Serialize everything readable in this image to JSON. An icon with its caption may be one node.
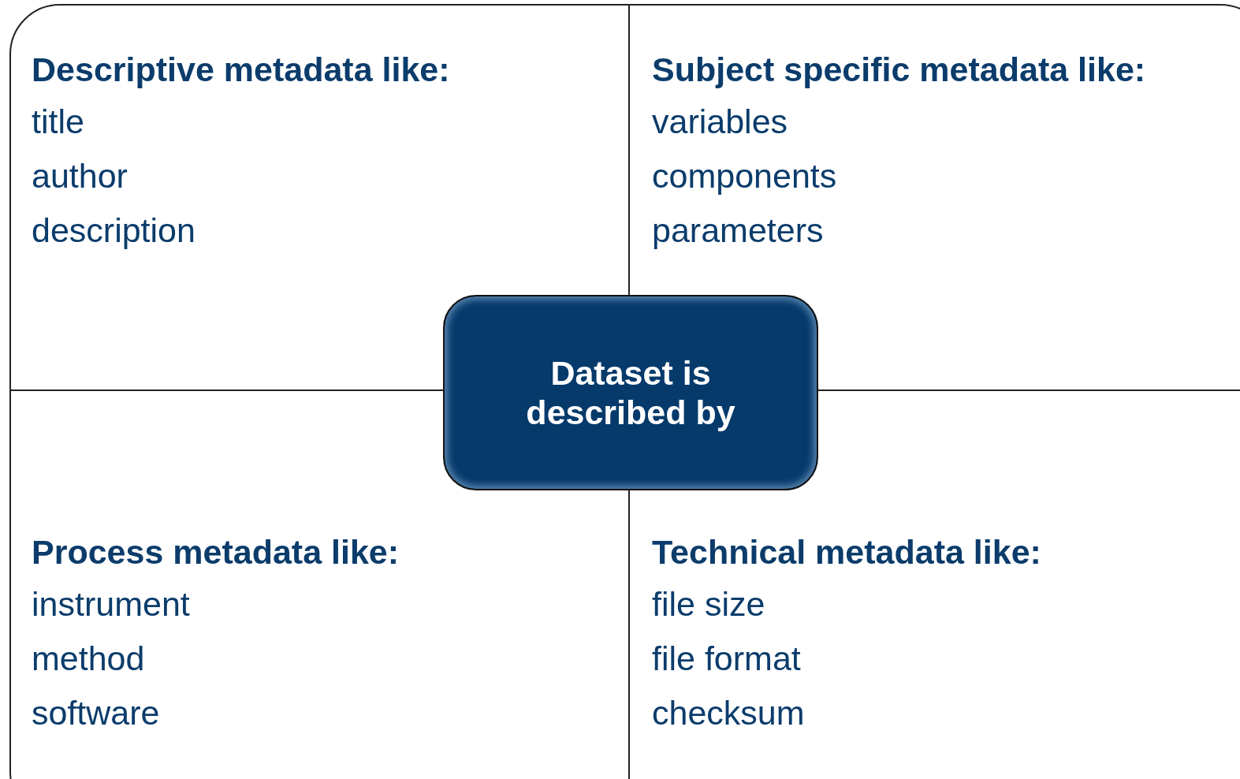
{
  "diagram": {
    "nodes": [
      {
        "text": [],
        "shape": "box"
      },
      {
        "text": [
          "Descriptive metadata like:",
          "title",
          "author",
          "description"
        ],
        "in": 0
      },
      {
        "text": [
          "Subject specific metadata like:",
          "variables",
          "components",
          "parameters"
        ],
        "in": 0
      },
      {
        "text": [
          "Dataset is described by"
        ],
        "in": 0
      },
      {
        "text": [
          "Process metadata like:",
          "instrument",
          "method",
          "software"
        ],
        "in": 0
      },
      {
        "text": [
          "Technical metadata like:",
          "file size",
          "file format",
          "checksum"
        ],
        "in": 0
      }
    ],
    "edges": []
  }
}
